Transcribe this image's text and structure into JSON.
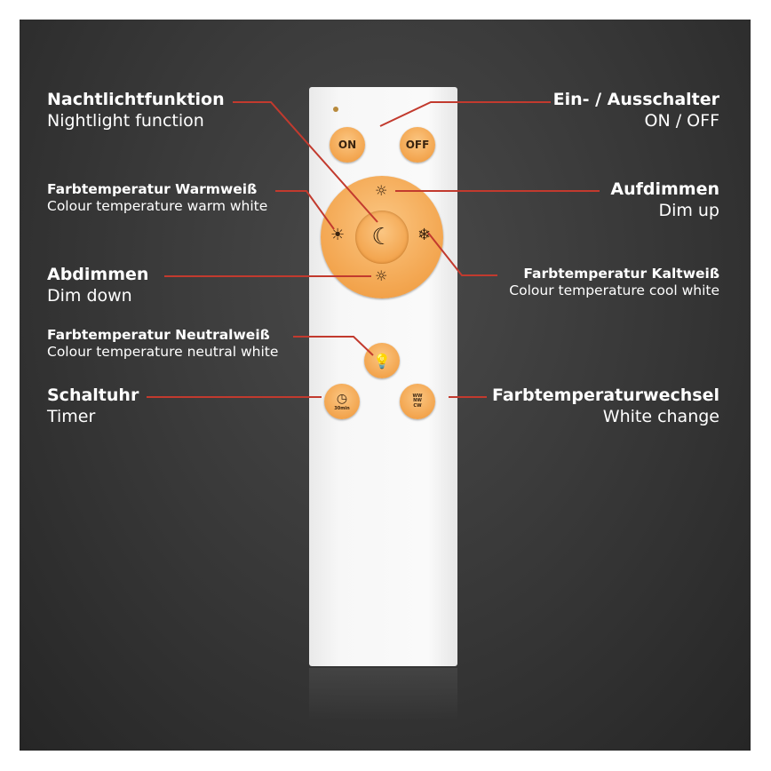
{
  "remote": {
    "on_label": "ON",
    "off_label": "OFF",
    "timer_label": "30min",
    "white_change_label": "WW NW CW"
  },
  "labels": {
    "nightlight": {
      "de": "Nachtlichtfunktion",
      "en": "Nightlight function"
    },
    "onoff": {
      "de": "Ein- / Ausschalter",
      "en": "ON / OFF"
    },
    "warm": {
      "de": "Farbtemperatur Warmweiß",
      "en": "Colour temperature warm white"
    },
    "dimup": {
      "de": "Aufdimmen",
      "en": "Dim up"
    },
    "dimdown": {
      "de": "Abdimmen",
      "en": "Dim down"
    },
    "cool": {
      "de": "Farbtemperatur Kaltweiß",
      "en": "Colour temperature cool white"
    },
    "neutral": {
      "de": "Farbtemperatur Neutralweiß",
      "en": "Colour temperature neutral white"
    },
    "timer": {
      "de": "Schaltuhr",
      "en": "Timer"
    },
    "whitechange": {
      "de": "Farbtemperaturwechsel",
      "en": "White change"
    }
  },
  "colors": {
    "leader": "#c23a2e",
    "button": "#f2a24a",
    "background": "#3a3a3a"
  }
}
